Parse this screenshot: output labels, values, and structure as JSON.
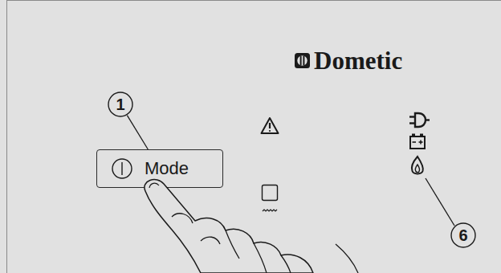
{
  "diagram": {
    "nodes": [
      {
        "text": [
          "1"
        ]
      },
      {
        "text": [
          "Mode"
        ]
      },
      {
        "text": [
          "6"
        ]
      }
    ],
    "edges": [
      {
        "from": 0,
        "to": 1,
        "arrow": "none"
      }
    ],
    "labels": [
      "Dometic"
    ]
  }
}
